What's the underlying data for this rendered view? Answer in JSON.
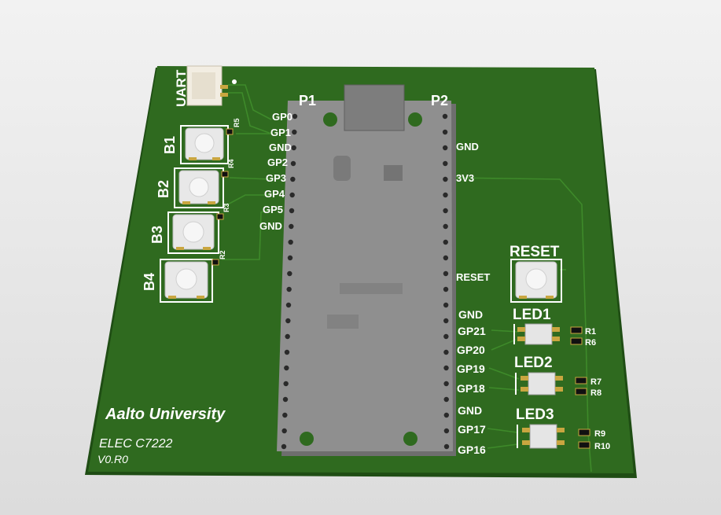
{
  "colors": {
    "pcb": "#2f6a1f",
    "pcb_edge": "#1f4d14",
    "module": "#8f8f8f",
    "module_dark": "#6e6e6e",
    "silkscreen": "#ffffff",
    "pad": "#c9a640",
    "trace": "#3e8a2a"
  },
  "connector": {
    "label": "UART"
  },
  "module": {
    "left_header": "P1",
    "right_header": "P2"
  },
  "left_pins": [
    "GP0",
    "GP1",
    "GND",
    "GP2",
    "GP3",
    "GP4",
    "GP5",
    "GND"
  ],
  "right_pins": {
    "upper": [
      "GND",
      "3V3"
    ],
    "middle": "RESET",
    "lower": [
      "GND",
      "GP21",
      "GP20",
      "GP19",
      "GP18",
      "GND",
      "GP17",
      "GP16"
    ]
  },
  "buttons": [
    {
      "label": "B1",
      "resistor": "R5"
    },
    {
      "label": "B2",
      "resistor": "R4"
    },
    {
      "label": "B3",
      "resistor": "R3"
    },
    {
      "label": "B4",
      "resistor": "R2"
    }
  ],
  "reset_button": {
    "label": "RESET"
  },
  "leds": [
    {
      "label": "LED1",
      "resistors": [
        "R1",
        "R6"
      ]
    },
    {
      "label": "LED2",
      "resistors": [
        "R7",
        "R8"
      ]
    },
    {
      "label": "LED3",
      "resistors": [
        "R9",
        "R10"
      ]
    }
  ],
  "board_text": {
    "university": "Aalto University",
    "course": "ELEC C7222",
    "version": "V0.R0"
  }
}
